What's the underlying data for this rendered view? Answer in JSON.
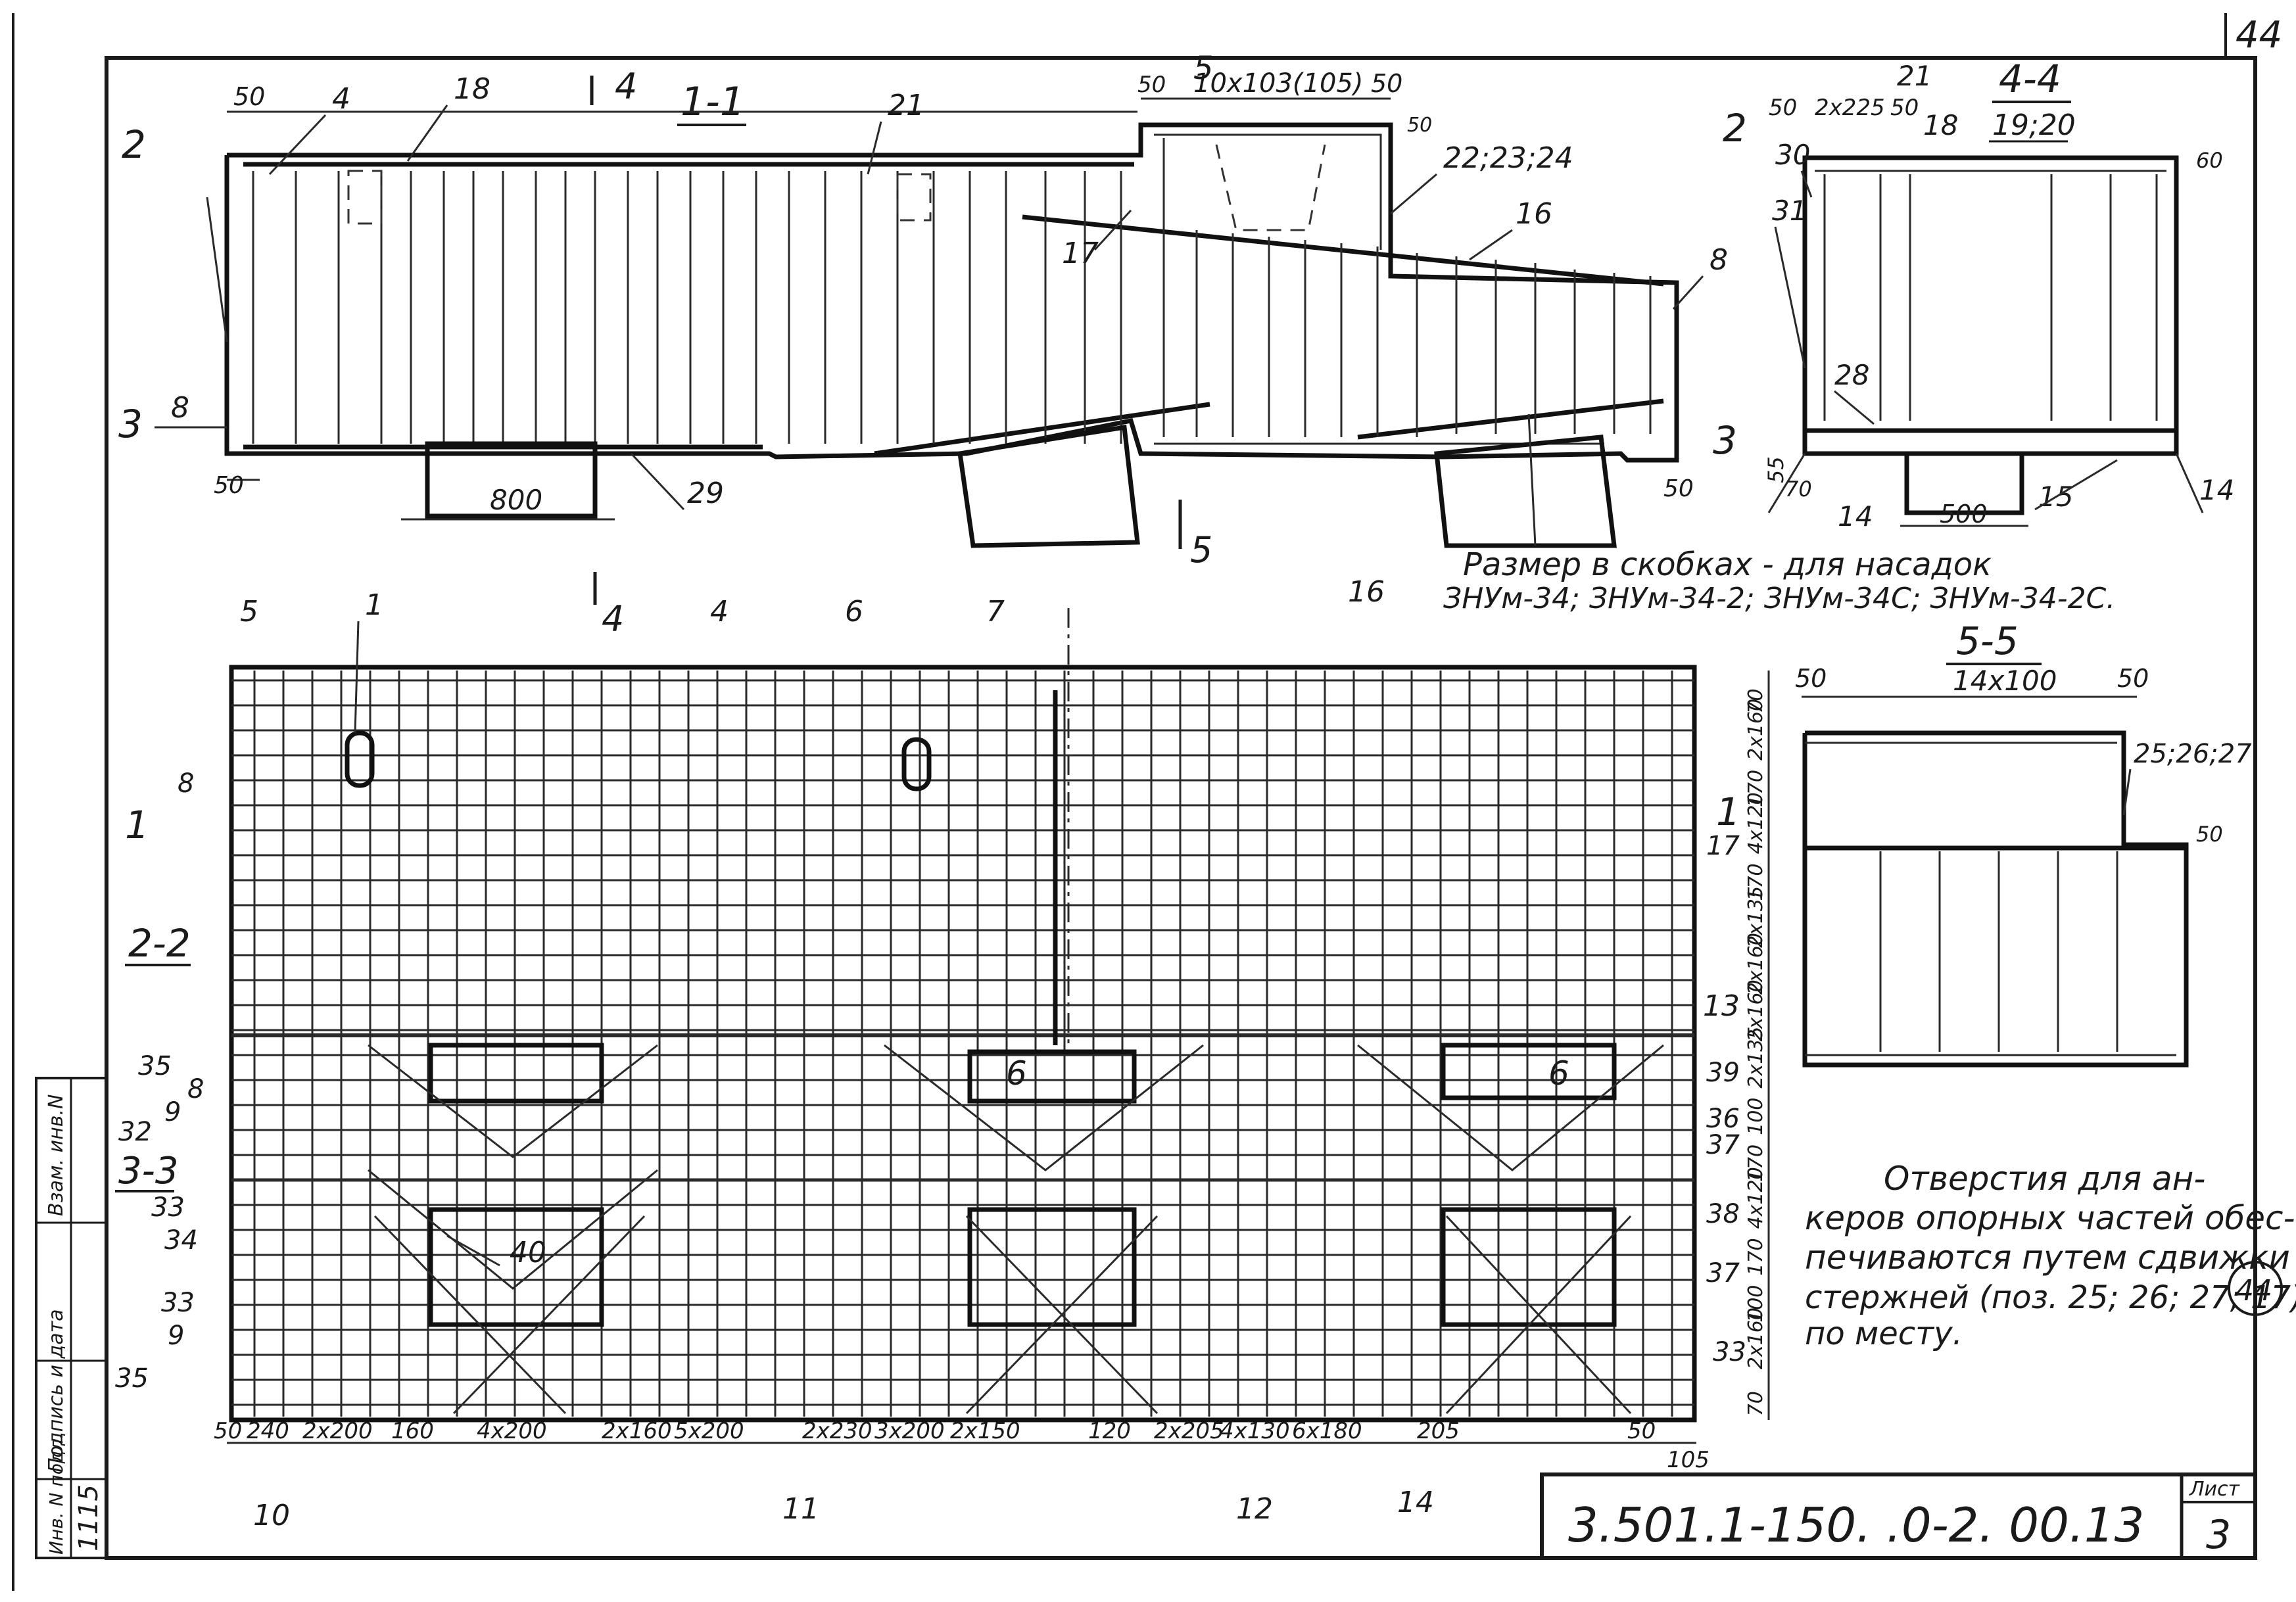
{
  "sheet": {
    "page_number": "44",
    "stamp_code": "3.501.1-150.  .0-2. 00.13",
    "list_label": "Лист",
    "list_number": "3",
    "circled_mark": "44",
    "side_stamp": {
      "inv_label": "Инв. N подл.",
      "inv_value": "1115",
      "sign_label": "Подпись и дата",
      "vzam_label": "Взам. инв.N"
    }
  },
  "section_1_1": {
    "title": "1-1",
    "cut_marks": [
      "4",
      "4",
      "5",
      "5"
    ],
    "dim_top": "10x103(105)",
    "dim_left": "50",
    "dim_right": "50",
    "dim_bottom_left": "50",
    "dim_bottom_right": "50",
    "dim_opening": "800",
    "cut_2": "2",
    "cut_3": "3",
    "dim_50_top": "50",
    "dim_50_top_right": "50",
    "labels": [
      "4",
      "18",
      "21",
      "22;23;24",
      "16",
      "17",
      "8",
      "8",
      "29"
    ]
  },
  "section_4_4": {
    "title": "4-4",
    "subtitle": "19;20",
    "dim_top": "2x225",
    "dim_50_left": "50",
    "dim_50_mid": "50",
    "dim_60": "60",
    "dim_55": "55",
    "dim_70": "70",
    "dim_500": "500",
    "cut_2": "2",
    "labels": [
      "21",
      "18",
      "30",
      "31",
      "28",
      "14",
      "15",
      "14"
    ]
  },
  "note_brackets": {
    "line1": "Размер в скобках - для насадок",
    "line2": "ЗНУм-34; ЗНУм-34-2; ЗНУм-34С; ЗНУм-34-2С."
  },
  "section_5_5": {
    "title": "5-5",
    "dim_top": "14x100",
    "dim_left": "50",
    "dim_right": "50",
    "dim_side": "50",
    "label": "25;26;27"
  },
  "plan_2_2": {
    "title": "2-2",
    "section_3_3": "3-3",
    "cut_1": "1",
    "cut_6a": "6",
    "cut_6b": "6",
    "top_labels": [
      "5",
      "1",
      "4",
      "6",
      "7",
      "16"
    ],
    "left_labels": [
      "8",
      "35",
      "8",
      "9",
      "32",
      "33",
      "34",
      "33",
      "9",
      "35"
    ],
    "right_labels": [
      "17",
      "13",
      "39",
      "36",
      "37",
      "38",
      "37",
      "33"
    ],
    "inner_label": "40",
    "right_dims": [
      "70",
      "2x160",
      "170",
      "4x120",
      "170",
      "2x135",
      "2x160",
      "2x160",
      "2x135",
      "100",
      "170",
      "4x120",
      "170",
      "100",
      "2x160",
      "70"
    ],
    "bottom_dims": [
      "50",
      "240",
      "2x200",
      "160",
      "4x200",
      "2x160",
      "5x200",
      "2x230",
      "3x200",
      "2x150",
      "120",
      "2x205",
      "4x130",
      "6x180",
      "205",
      "50",
      "105"
    ],
    "bottom_labels": [
      "10",
      "11",
      "12",
      "14"
    ]
  },
  "note_openings": {
    "line1": "Отверстия для ан-",
    "line2": "керов опорных частей обес-",
    "line3": "печиваются путем сдвижки",
    "line4": "стержней (поз. 25; 26; 27; 17)",
    "line5": "по месту."
  }
}
